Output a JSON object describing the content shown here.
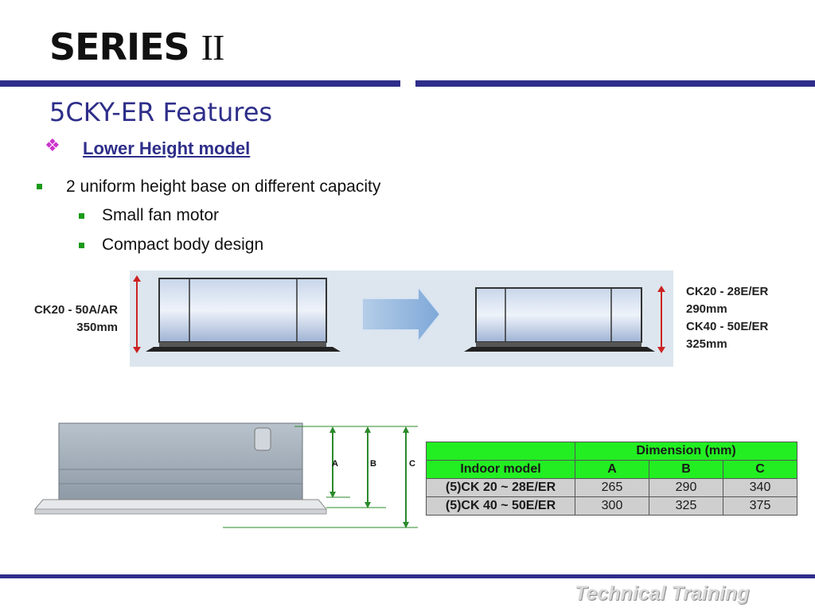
{
  "slide": {
    "title_main": "SERIES",
    "title_roman": "II",
    "subtitle": "5CKY-ER Features",
    "feature_heading": "Lower Height model",
    "bullets": {
      "level1": "2 uniform height base on different capacity",
      "level2": [
        "Small fan motor",
        "Compact body design"
      ]
    }
  },
  "comparison": {
    "old_model": "CK20 - 50A/AR",
    "old_height": "350mm",
    "new_models": [
      "CK20 - 28E/ER",
      "290mm",
      "CK40 - 50E/ER",
      "325mm"
    ]
  },
  "dimension_markers": [
    "A",
    "B",
    "C"
  ],
  "dimension_table": {
    "header_group": "Dimension (mm)",
    "columns": [
      "Indoor model",
      "A",
      "B",
      "C"
    ],
    "rows": [
      [
        "(5)CK 20 ~ 28E/ER",
        "265",
        "290",
        "340"
      ],
      [
        "(5)CK 40 ~ 50E/ER",
        "300",
        "325",
        "375"
      ]
    ]
  },
  "footer": {
    "brand": "Technical Training"
  },
  "colors": {
    "navy": "#2e2e8a",
    "table_header": "#22ee22",
    "bullet_green": "#1a9a1a",
    "feature_bullet": "#cc33cc"
  }
}
